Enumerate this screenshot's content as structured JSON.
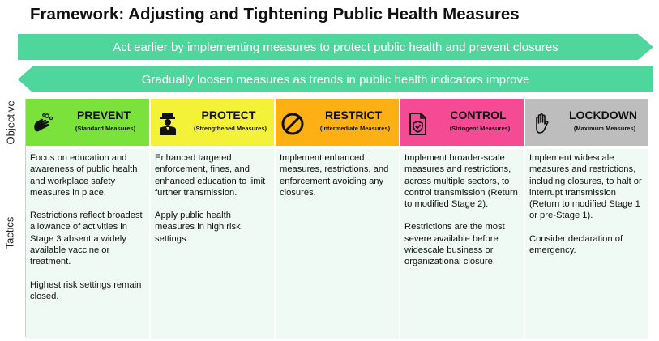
{
  "title": "Framework: Adjusting and Tightening Public Health Measures",
  "arrows": {
    "top": "Act earlier by implementing measures to protect public health and prevent closures",
    "bottom": "Gradually loosen measures as trends in public health indicators improve"
  },
  "axis": {
    "objective": "Objective",
    "tactics": "Tactics"
  },
  "colors": {
    "arrow": "#4fd69c",
    "body": "#effaf4"
  },
  "columns": [
    {
      "name": "PREVENT",
      "subtitle": "(Standard Measures)",
      "color": "#7be23c",
      "icon": "hands-wash-icon",
      "tactics": [
        "Focus on education and awareness of public health and workplace safety measures in place.",
        "Restrictions reflect broadest allowance of activities in Stage 3 absent a widely available vaccine or treatment.",
        "Highest risk settings remain closed."
      ]
    },
    {
      "name": "PROTECT",
      "subtitle": "(Strengthened Measures)",
      "color": "#f4f238",
      "icon": "officer-icon",
      "tactics": [
        "Enhanced targeted enforcement, fines, and enhanced education to limit further transmission.",
        "Apply public health measures in high risk settings."
      ]
    },
    {
      "name": "RESTRICT",
      "subtitle": "(Intermediate Measures)",
      "color": "#fdb014",
      "icon": "prohibited-icon",
      "tactics": [
        "Implement enhanced measures, restrictions, and enforcement avoiding any closures."
      ]
    },
    {
      "name": "CONTROL",
      "subtitle": "(Stringent Measures)",
      "color": "#f54a94",
      "icon": "shield-document-icon",
      "tactics": [
        "Implement broader-scale measures and restrictions, across multiple sectors, to control transmission (Return to modified Stage 2).",
        "Restrictions are the most severe available before widescale business or organizational closure."
      ]
    },
    {
      "name": "LOCKDOWN",
      "subtitle": "(Maximum Measures)",
      "color": "#bdbdbd",
      "icon": "stop-hand-icon",
      "tactics": [
        "Implement widescale measures and restrictions, including closures, to halt or interrupt transmission (Return to modified Stage 1 or pre-Stage 1).",
        "Consider declaration of emergency."
      ]
    }
  ]
}
